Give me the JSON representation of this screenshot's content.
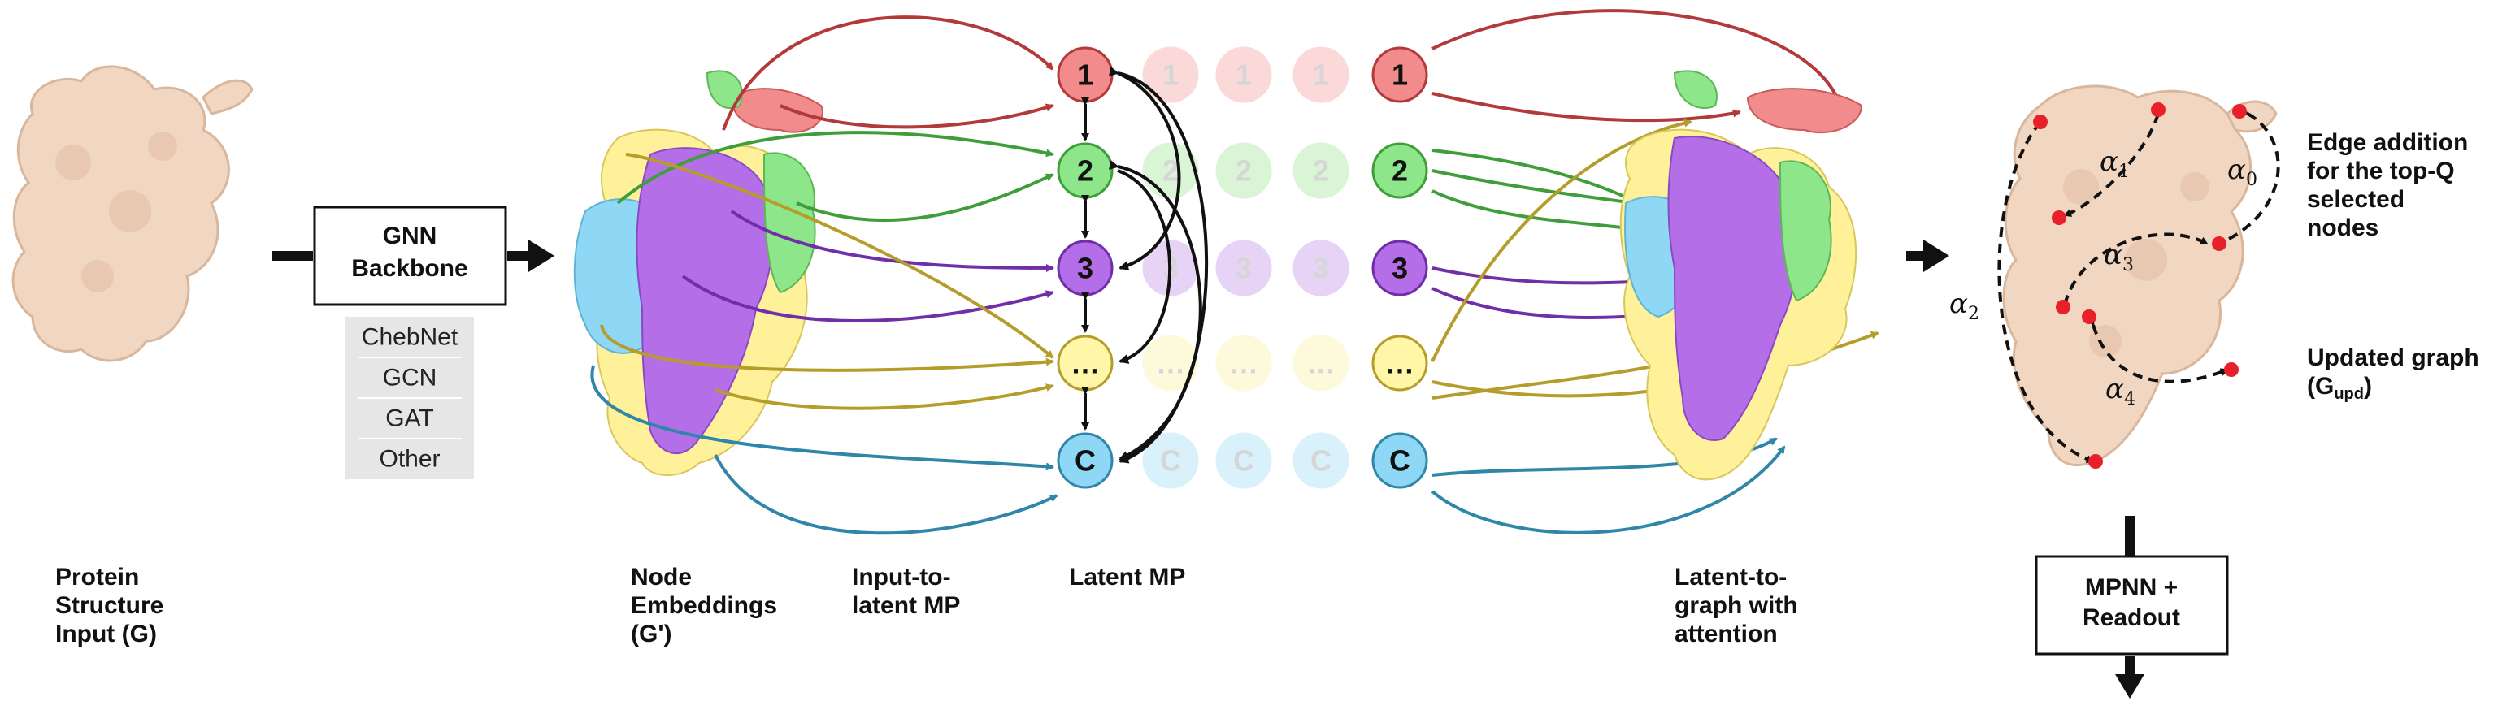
{
  "labels": {
    "protein_input": [
      "Protein",
      "Structure",
      "Input (G)"
    ],
    "node_embeddings": [
      "Node",
      "Embeddings",
      "(G')"
    ],
    "input_to_latent": [
      "Input-to-",
      "latent MP"
    ],
    "latent_mp": "Latent MP",
    "latent_to_graph": [
      "Latent-to-",
      "graph with",
      "attention"
    ],
    "edge_addition": [
      "Edge addition",
      "for the top-Q",
      "selected",
      "nodes"
    ],
    "updated_graph": [
      "Updated graph",
      "(G",
      "upd",
      ")"
    ]
  },
  "gnn_backbone": {
    "title": [
      "GNN",
      "Backbone"
    ],
    "variants": [
      "ChebNet",
      "GCN",
      "GAT",
      "Other"
    ]
  },
  "mpnn_box": [
    "MPNN +",
    "Readout"
  ],
  "latent_nodes": [
    {
      "label": "1",
      "color": "#f28b8b",
      "stroke": "#b33a3a",
      "faded": "#fbd9d9"
    },
    {
      "label": "2",
      "color": "#8ee68a",
      "stroke": "#3f9e3a",
      "faded": "#d9f5d6"
    },
    {
      "label": "3",
      "color": "#b46ee8",
      "stroke": "#6f2fa8",
      "faded": "#e6d3f6"
    },
    {
      "label": "…",
      "color": "#fff6a8",
      "stroke": "#b59d2c",
      "faded": "#fdf9db"
    },
    {
      "label": "C",
      "color": "#8fd8f5",
      "stroke": "#2f86a8",
      "faded": "#d9f1fb"
    }
  ],
  "alphas": [
    {
      "symbol": "α",
      "sub": "1"
    },
    {
      "symbol": "α",
      "sub": "0"
    },
    {
      "symbol": "α",
      "sub": "3"
    },
    {
      "symbol": "α",
      "sub": "2"
    },
    {
      "symbol": "α",
      "sub": "4"
    }
  ],
  "colors": {
    "protein": "#f1d6c2",
    "protein_shade": "#d9b79c",
    "red": "#b33a3a",
    "green": "#3f9e3a",
    "purple": "#6f2fa8",
    "yellow": "#b59d2c",
    "blue": "#2f86a8",
    "variant_bg": "#e6e6e6",
    "edge_point": "#e8202a"
  }
}
